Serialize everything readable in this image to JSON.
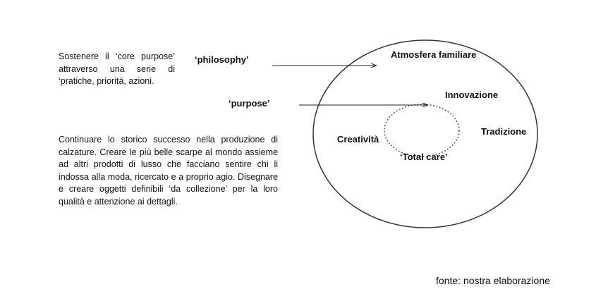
{
  "text": {
    "core_purpose_paragraph": "Sostenere il ‘core purpose’ attraverso una serie di ‘pratiche, priorità, azioni.",
    "history_paragraph": "Continuare lo storico successo nella produzione di calzature. Creare le più belle scarpe al mondo assieme ad altri prodotti di lusso che facciano sentire chi li indossa alla moda, ricercato e a proprio agio. Disegnare e creare oggetti definibili ‘da collezione’ per la loro qualità e attenzione ai dettagli."
  },
  "labels": {
    "philosophy": "‘philosophy’",
    "purpose": "‘purpose’",
    "outer_circle_values": {
      "atmosfera": "Atmosfera familiare",
      "innovazione": "Innovazione",
      "tradizione": "Tradizione",
      "creativita": "Creatività"
    },
    "inner_circle_value": "‘Total care’"
  },
  "source_note": "fonte: nostra elaborazione"
}
